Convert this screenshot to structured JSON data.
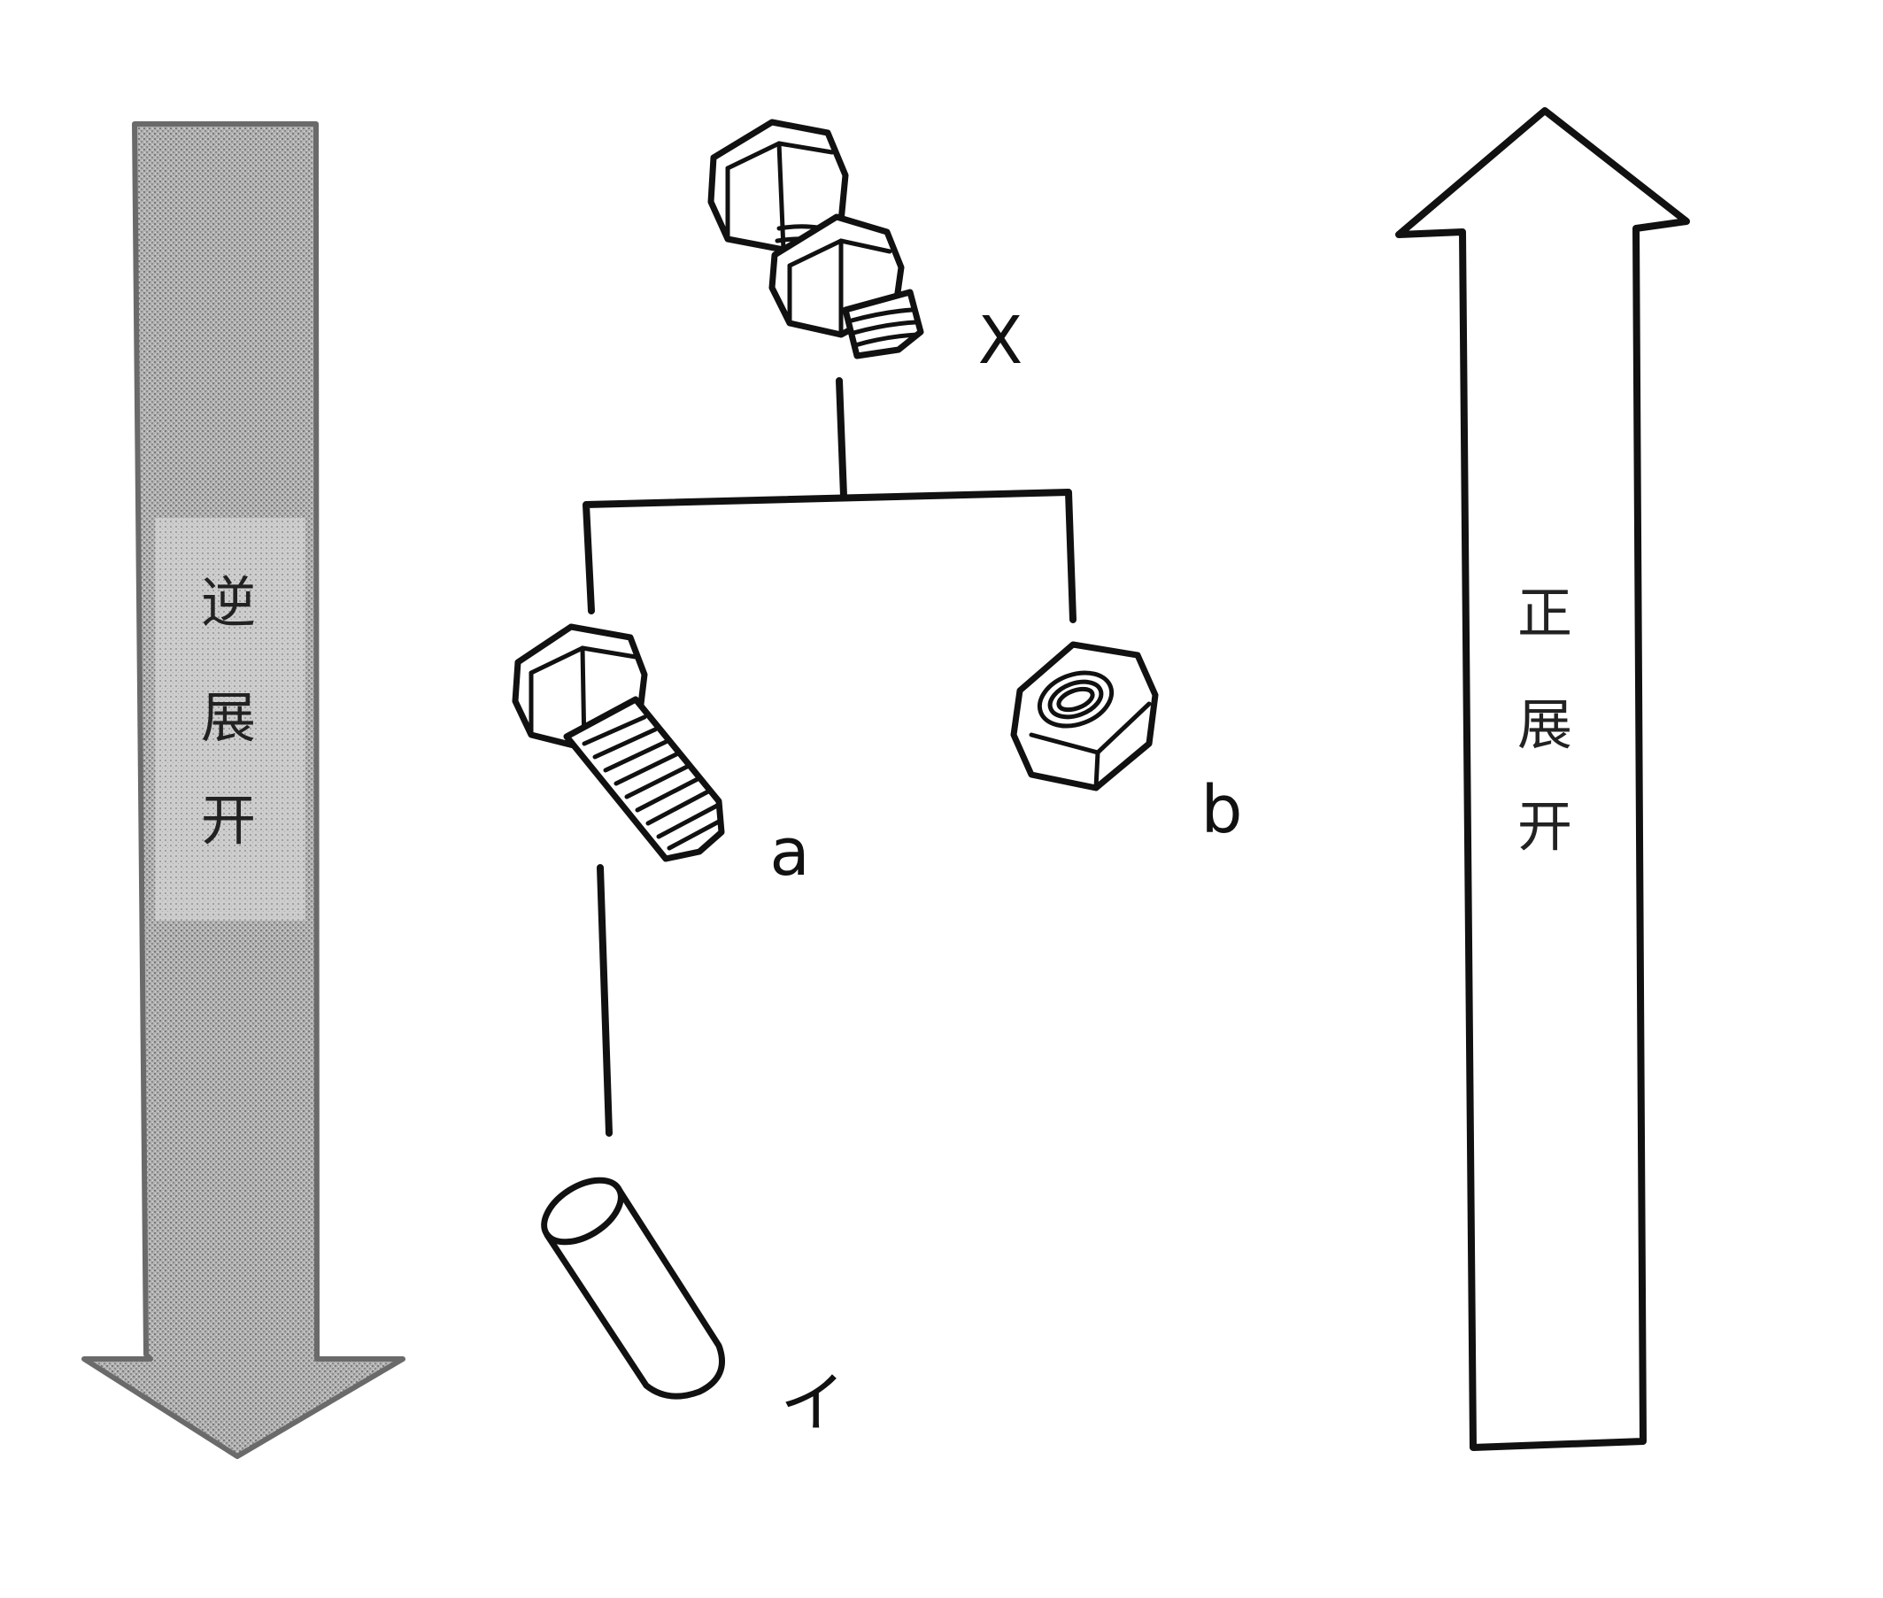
{
  "arrows": {
    "reverse": {
      "direction": "down",
      "label": [
        "逆",
        "展",
        "开"
      ],
      "fill": "#a9a9a9",
      "text_color": "#222222"
    },
    "forward": {
      "direction": "up",
      "label": [
        "正",
        "展",
        "开"
      ],
      "fill": "#ffffff",
      "text_color": "#222222"
    }
  },
  "tree": {
    "root": {
      "label": "X",
      "icon": "bolt-and-nut-assembly-icon"
    },
    "children": [
      {
        "label": "a",
        "icon": "bolt-icon"
      },
      {
        "label": "b",
        "icon": "nut-icon"
      }
    ],
    "grandchild": {
      "label": "イ",
      "icon": "cylinder-rod-icon"
    }
  },
  "colors": {
    "ink": "#111111",
    "arrow_stipple": "#a9a9a9",
    "arrow_text_panel": "#c4c4c4"
  }
}
